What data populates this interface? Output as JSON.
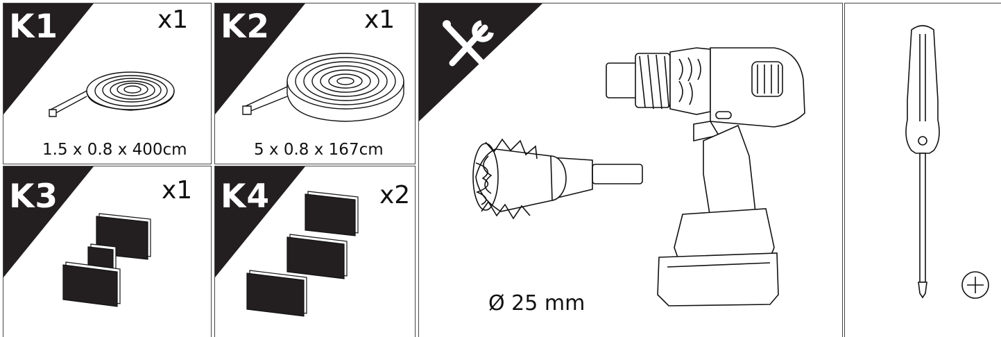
{
  "kits": [
    {
      "code": "K1",
      "quantity": "x1",
      "dimensions": "1.5 x 0.8 x 400cm",
      "icon": "tape-roll-icon"
    },
    {
      "code": "K2",
      "quantity": "x1",
      "dimensions": "5 x 0.8 x 167cm",
      "icon": "tape-roll-wide-icon"
    },
    {
      "code": "K3",
      "quantity": "x1",
      "icon": "adhesive-pads-icon"
    },
    {
      "code": "K4",
      "quantity": "x2",
      "icon": "adhesive-pads-icon"
    }
  ],
  "tools": {
    "badge_icon": "tools-icon",
    "hole_saw_size": "Ø 25 mm",
    "items": [
      "hole-saw-icon",
      "cordless-drill-icon",
      "phillips-screwdriver-icon",
      "phillips-head-symbol-icon"
    ]
  },
  "colors": {
    "badge": "#231f20",
    "line": "#111111",
    "background": "#ffffff"
  }
}
